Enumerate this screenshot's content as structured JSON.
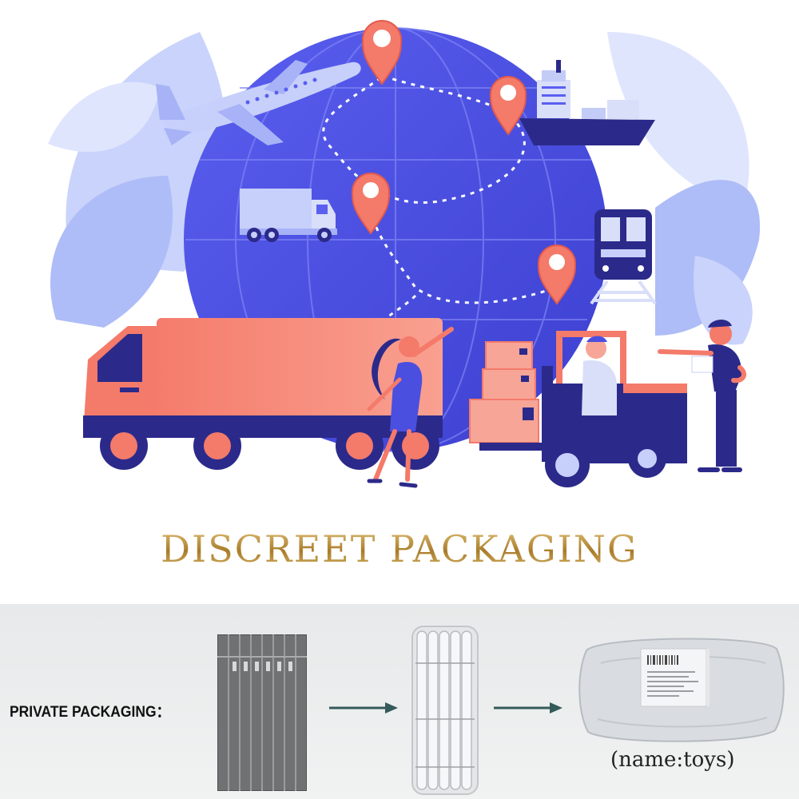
{
  "heading": "DISCREET PACKAGING",
  "packaging": {
    "label": "PRIVATE PACKAGING：",
    "caption": "(name:toys)",
    "steps": [
      "air-column-bag-flat-icon",
      "air-column-bag-inflated-icon",
      "sealed-parcel-icon"
    ]
  },
  "colors": {
    "globe": "#4b4fe0",
    "coral": "#f47a6a",
    "navy": "#2b2a8a",
    "gold": "#b8923c"
  }
}
